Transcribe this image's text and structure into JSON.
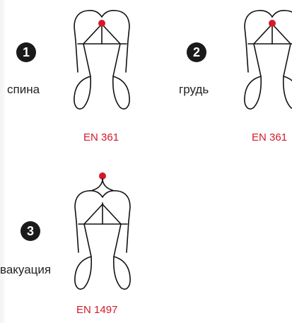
{
  "accent_color": "#d3192a",
  "text_color": "#222222",
  "badge_color": "#1a1a1a",
  "items": [
    {
      "number": "1",
      "label": "спина",
      "standard": "EN 361",
      "icon": "harness-dorsal-attachment-icon"
    },
    {
      "number": "2",
      "label": "грудь",
      "standard": "EN 361",
      "icon": "harness-sternal-attachment-icon"
    },
    {
      "number": "3",
      "label": "вакуация",
      "standard": "EN 1497",
      "icon": "harness-rescue-attachment-icon"
    }
  ]
}
